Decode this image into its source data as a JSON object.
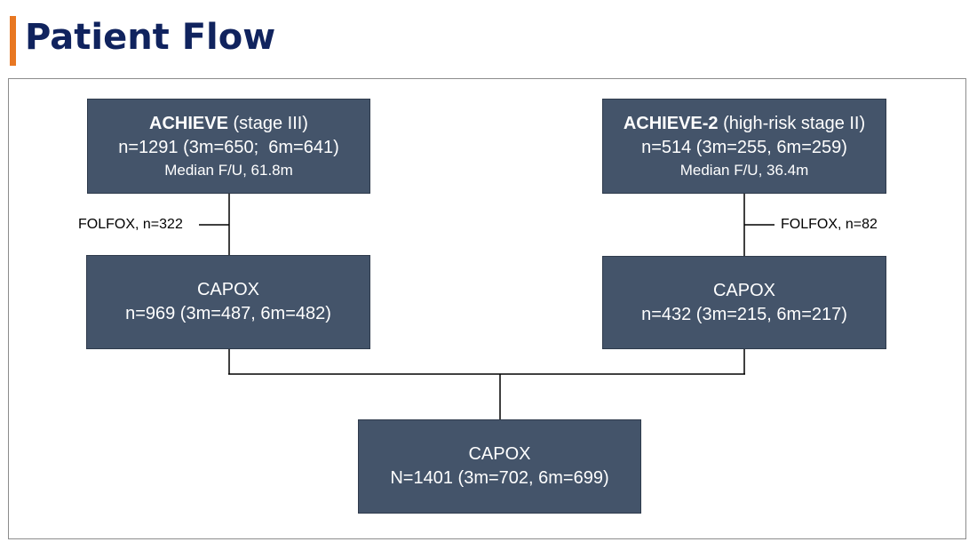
{
  "title": "Patient Flow",
  "colors": {
    "title": "#10235e",
    "accent_bar": "#e87722",
    "box_fill": "#44546a",
    "box_text": "#ffffff",
    "connector": "#000000"
  },
  "boxes": {
    "achieve": {
      "name_bold": "ACHIEVE",
      "name_rest": " (stage III)",
      "counts": "n=1291 (3m=650;  6m=641)",
      "followup": "Median F/U, 61.8m"
    },
    "achieve2": {
      "name_bold": "ACHIEVE-2",
      "name_rest": " (high-risk stage II)",
      "counts": "n=514 (3m=255, 6m=259)",
      "followup": "Median F/U, 36.4m"
    },
    "capox_left": {
      "label": "CAPOX",
      "counts": "n=969 (3m=487, 6m=482)"
    },
    "capox_right": {
      "label": "CAPOX",
      "counts": "n=432 (3m=215, 6m=217)"
    },
    "capox_combined": {
      "label": "CAPOX",
      "counts": "N=1401 (3m=702, 6m=699)"
    }
  },
  "exclusions": {
    "left": "FOLFOX, n=322",
    "right": "FOLFOX, n=82"
  }
}
